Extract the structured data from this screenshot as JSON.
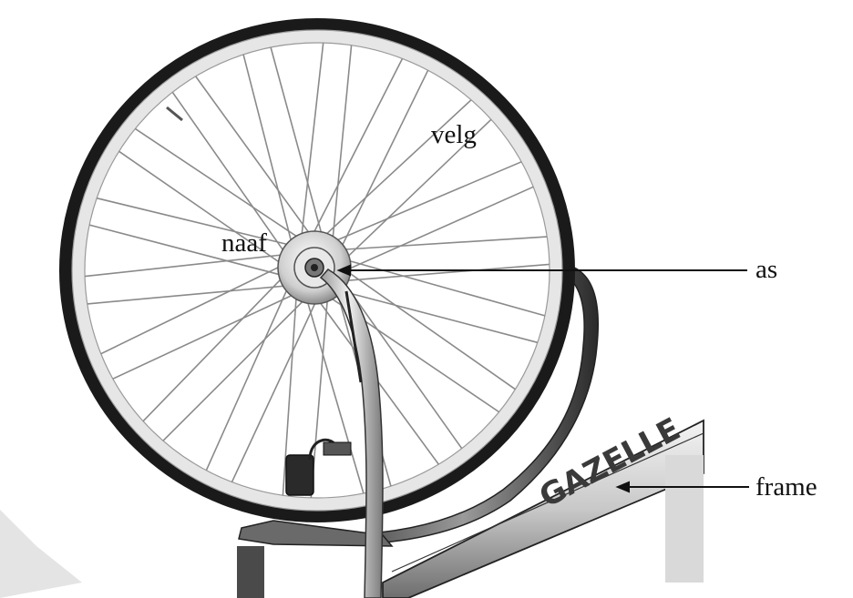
{
  "labels": {
    "rim": "velg",
    "hub": "naaf",
    "axle": "as",
    "frame": "frame"
  },
  "frame_text": "GAZELLE",
  "colors": {
    "ink": "#111111",
    "tyre": "#1a1a1a",
    "rim": "#e6e6e6",
    "spoke": "#8a8a8a",
    "metal": "#d0d0d0",
    "background": "#ffffff"
  }
}
